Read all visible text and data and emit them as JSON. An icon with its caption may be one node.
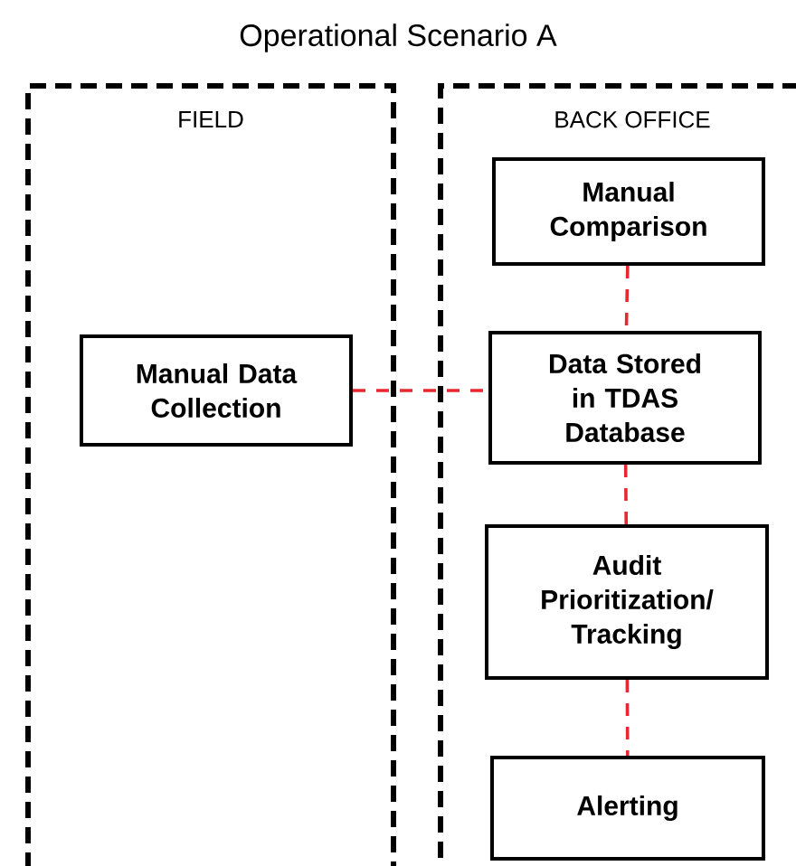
{
  "diagram": {
    "title": "Operational Scenario A",
    "nodes": [
      {
        "text": [
          "FIELD"
        ]
      },
      {
        "text": [
          "BACK OFFICE"
        ]
      },
      {
        "text": [
          "Manual Data Collection"
        ],
        "in": 0
      },
      {
        "text": [
          "Manual Comparison"
        ],
        "in": 1
      },
      {
        "text": [
          "Data Stored in TDAS Database"
        ],
        "in": 1
      },
      {
        "text": [
          "Audit Prioritization/ Tracking"
        ],
        "in": 1
      },
      {
        "text": [
          "Alerting"
        ],
        "in": 1
      }
    ],
    "edges": [
      {
        "from": 2,
        "to": 4,
        "arrow": "none",
        "style": "dashed",
        "color": "#e8282e"
      },
      {
        "from": 3,
        "to": 4,
        "arrow": "none",
        "style": "dashed",
        "color": "#e8282e"
      },
      {
        "from": 4,
        "to": 5,
        "arrow": "none",
        "style": "dashed",
        "color": "#e8282e"
      },
      {
        "from": 5,
        "to": 6,
        "arrow": "none",
        "style": "dashed",
        "color": "#e8282e"
      }
    ]
  }
}
